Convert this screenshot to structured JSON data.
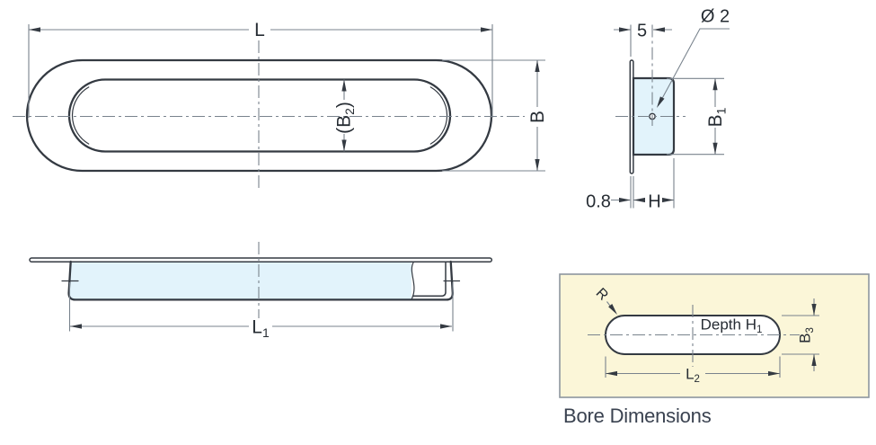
{
  "colors": {
    "fill_blue": "#e2f3fb",
    "outline": "#343a42",
    "dimension": "#79838d",
    "text": "#262c33",
    "panel_fill": "#fbf6d8",
    "panel_border": "#8d969e",
    "caption": "#3a4250"
  },
  "plan_view": {
    "length_label": "L",
    "width_label": "B",
    "inner_width_label": {
      "pre": "(B",
      "sub": "2",
      "post": ")"
    }
  },
  "section_view": {
    "hole_offset_label": "5",
    "hole_diameter_label": "Ø 2",
    "recess_width_label": {
      "main": "B",
      "sub": "1"
    },
    "flange_thickness_label": "0.8",
    "depth_label": "H"
  },
  "side_view": {
    "inner_length_label": {
      "main": "L",
      "sub": "1"
    }
  },
  "bore_panel": {
    "radius_label": "R",
    "depth_note": {
      "main": "Depth H",
      "sub": "1"
    },
    "bore_length_label": {
      "main": "L",
      "sub": "2"
    },
    "bore_width_label": {
      "main": "B",
      "sub": "3"
    },
    "caption": "Bore Dimensions"
  }
}
